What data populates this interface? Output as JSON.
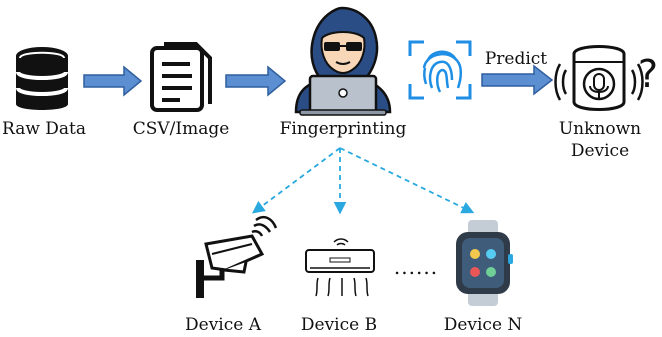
{
  "labels": {
    "raw_data": "Raw Data",
    "csv_image": "CSV/Image",
    "fingerprinting": "Fingerprinting",
    "predict": "Predict",
    "unknown_line1": "Unknown",
    "unknown_line2": "Device",
    "device_a": "Device A",
    "device_b": "Device B",
    "device_n": "Device N",
    "ellipsis": "......",
    "question": "?"
  },
  "icons": {
    "database": "database-icon",
    "document": "document-icon",
    "hacker": "hacker-laptop-icon",
    "fingerprint": "fingerprint-scan-icon",
    "smart_speaker": "smart-speaker-icon",
    "camera": "security-camera-icon",
    "air_conditioner": "air-conditioner-icon",
    "smartwatch": "smartwatch-icon"
  },
  "colors": {
    "arrow_fill": "#5b8fd1",
    "arrow_stroke": "#2f5f9e",
    "dashed_arrow": "#29a9e0",
    "hood": "#2b4d86",
    "fingerprint_blue": "#1f8fe6",
    "watch_screen": "#3f5d7a"
  }
}
